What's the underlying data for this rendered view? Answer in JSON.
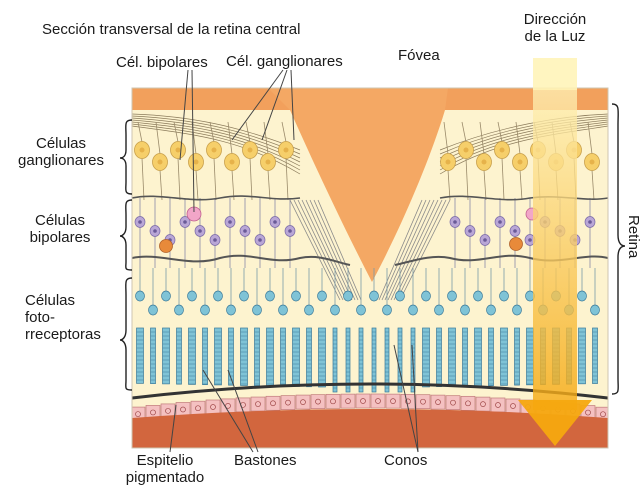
{
  "title": "Sección transversal de la retina central",
  "labels": {
    "bipolar_cell": "Cél. bipolares",
    "ganglion_cell": "Cél. ganglionares",
    "fovea": "Fóvea",
    "light_direction_line1": "Dirección",
    "light_direction_line2": "de la Luz",
    "ganglion_layer_line1": "Células",
    "ganglion_layer_line2": "ganglionares",
    "bipolar_layer_line1": "Células",
    "bipolar_layer_line2": "bipolares",
    "photoreceptor_layer_line1": "Células",
    "photoreceptor_layer_line2": "foto-",
    "photoreceptor_layer_line3": "rreceptoras",
    "retina": "Retina",
    "epithelium_line1": "Espitelio",
    "epithelium_line2": "pigmentado",
    "rods": "Bastones",
    "cones": "Conos"
  },
  "colors": {
    "background_tissue": "#fdf3cf",
    "fovea_fill": "#f4a864",
    "top_band": "#f2a05c",
    "ganglion_cell": "#f6cf6a",
    "bipolar_cell": "#b9a6d6",
    "highlight_bipolar": "#f2a6c8",
    "horizontal_cell": "#e88a3a",
    "photoreceptor": "#7fc3d6",
    "epithelium_cell": "#f4c1c1",
    "choroid": "#d2663e",
    "light_arrow": "#f5b521"
  }
}
